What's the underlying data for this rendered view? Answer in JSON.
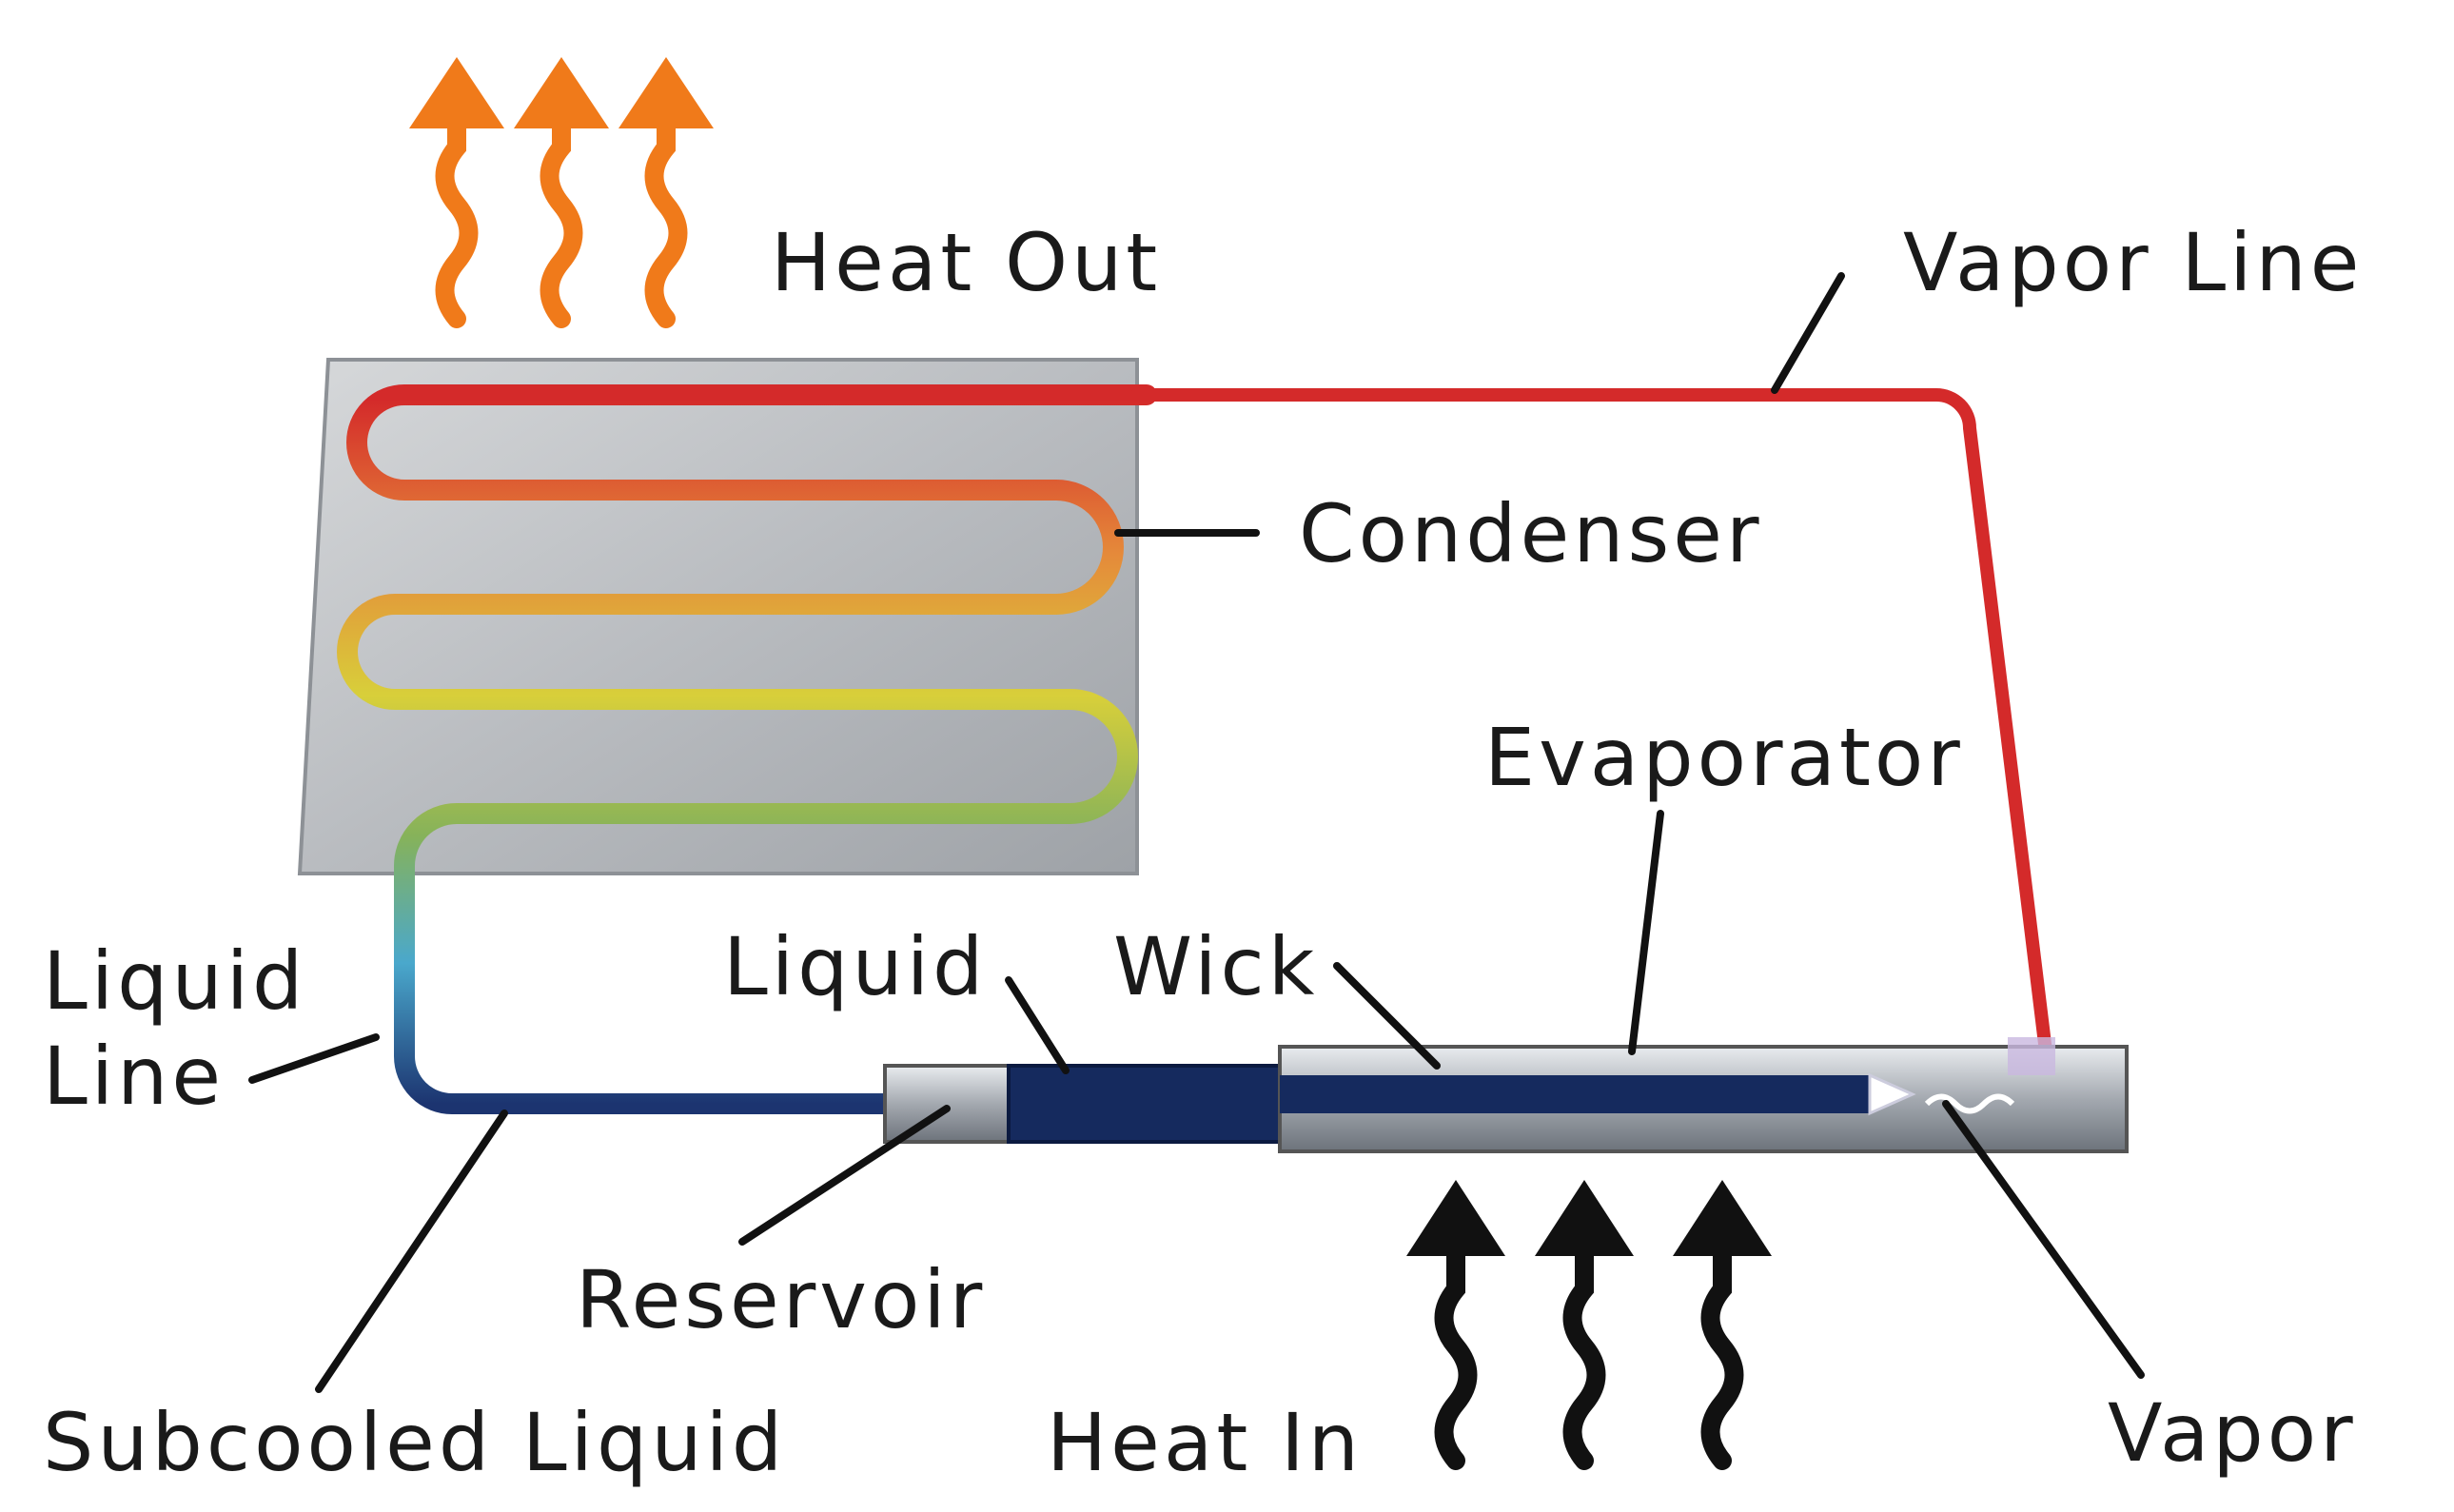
{
  "labels": {
    "heat_out": "Heat Out",
    "vapor_line": "Vapor Line",
    "condenser": "Condenser",
    "evaporator": "Evaporator",
    "liquid_line_1": "Liquid",
    "liquid_line_2": "Line",
    "liquid": "Liquid",
    "wick": "Wick",
    "reservoir": "Reservoir",
    "subcooled_liquid": "Subcooled Liquid",
    "heat_in": "Heat In",
    "vapor": "Vapor"
  },
  "colors": {
    "vapor": "#d42a2a",
    "condensing": "#e8a93a",
    "mid": "#c8d23a",
    "cooling": "#5ab0c8",
    "liquid": "#1c3470",
    "heat_out_arrow": "#f07a1a",
    "heat_in_arrow": "#111111"
  }
}
